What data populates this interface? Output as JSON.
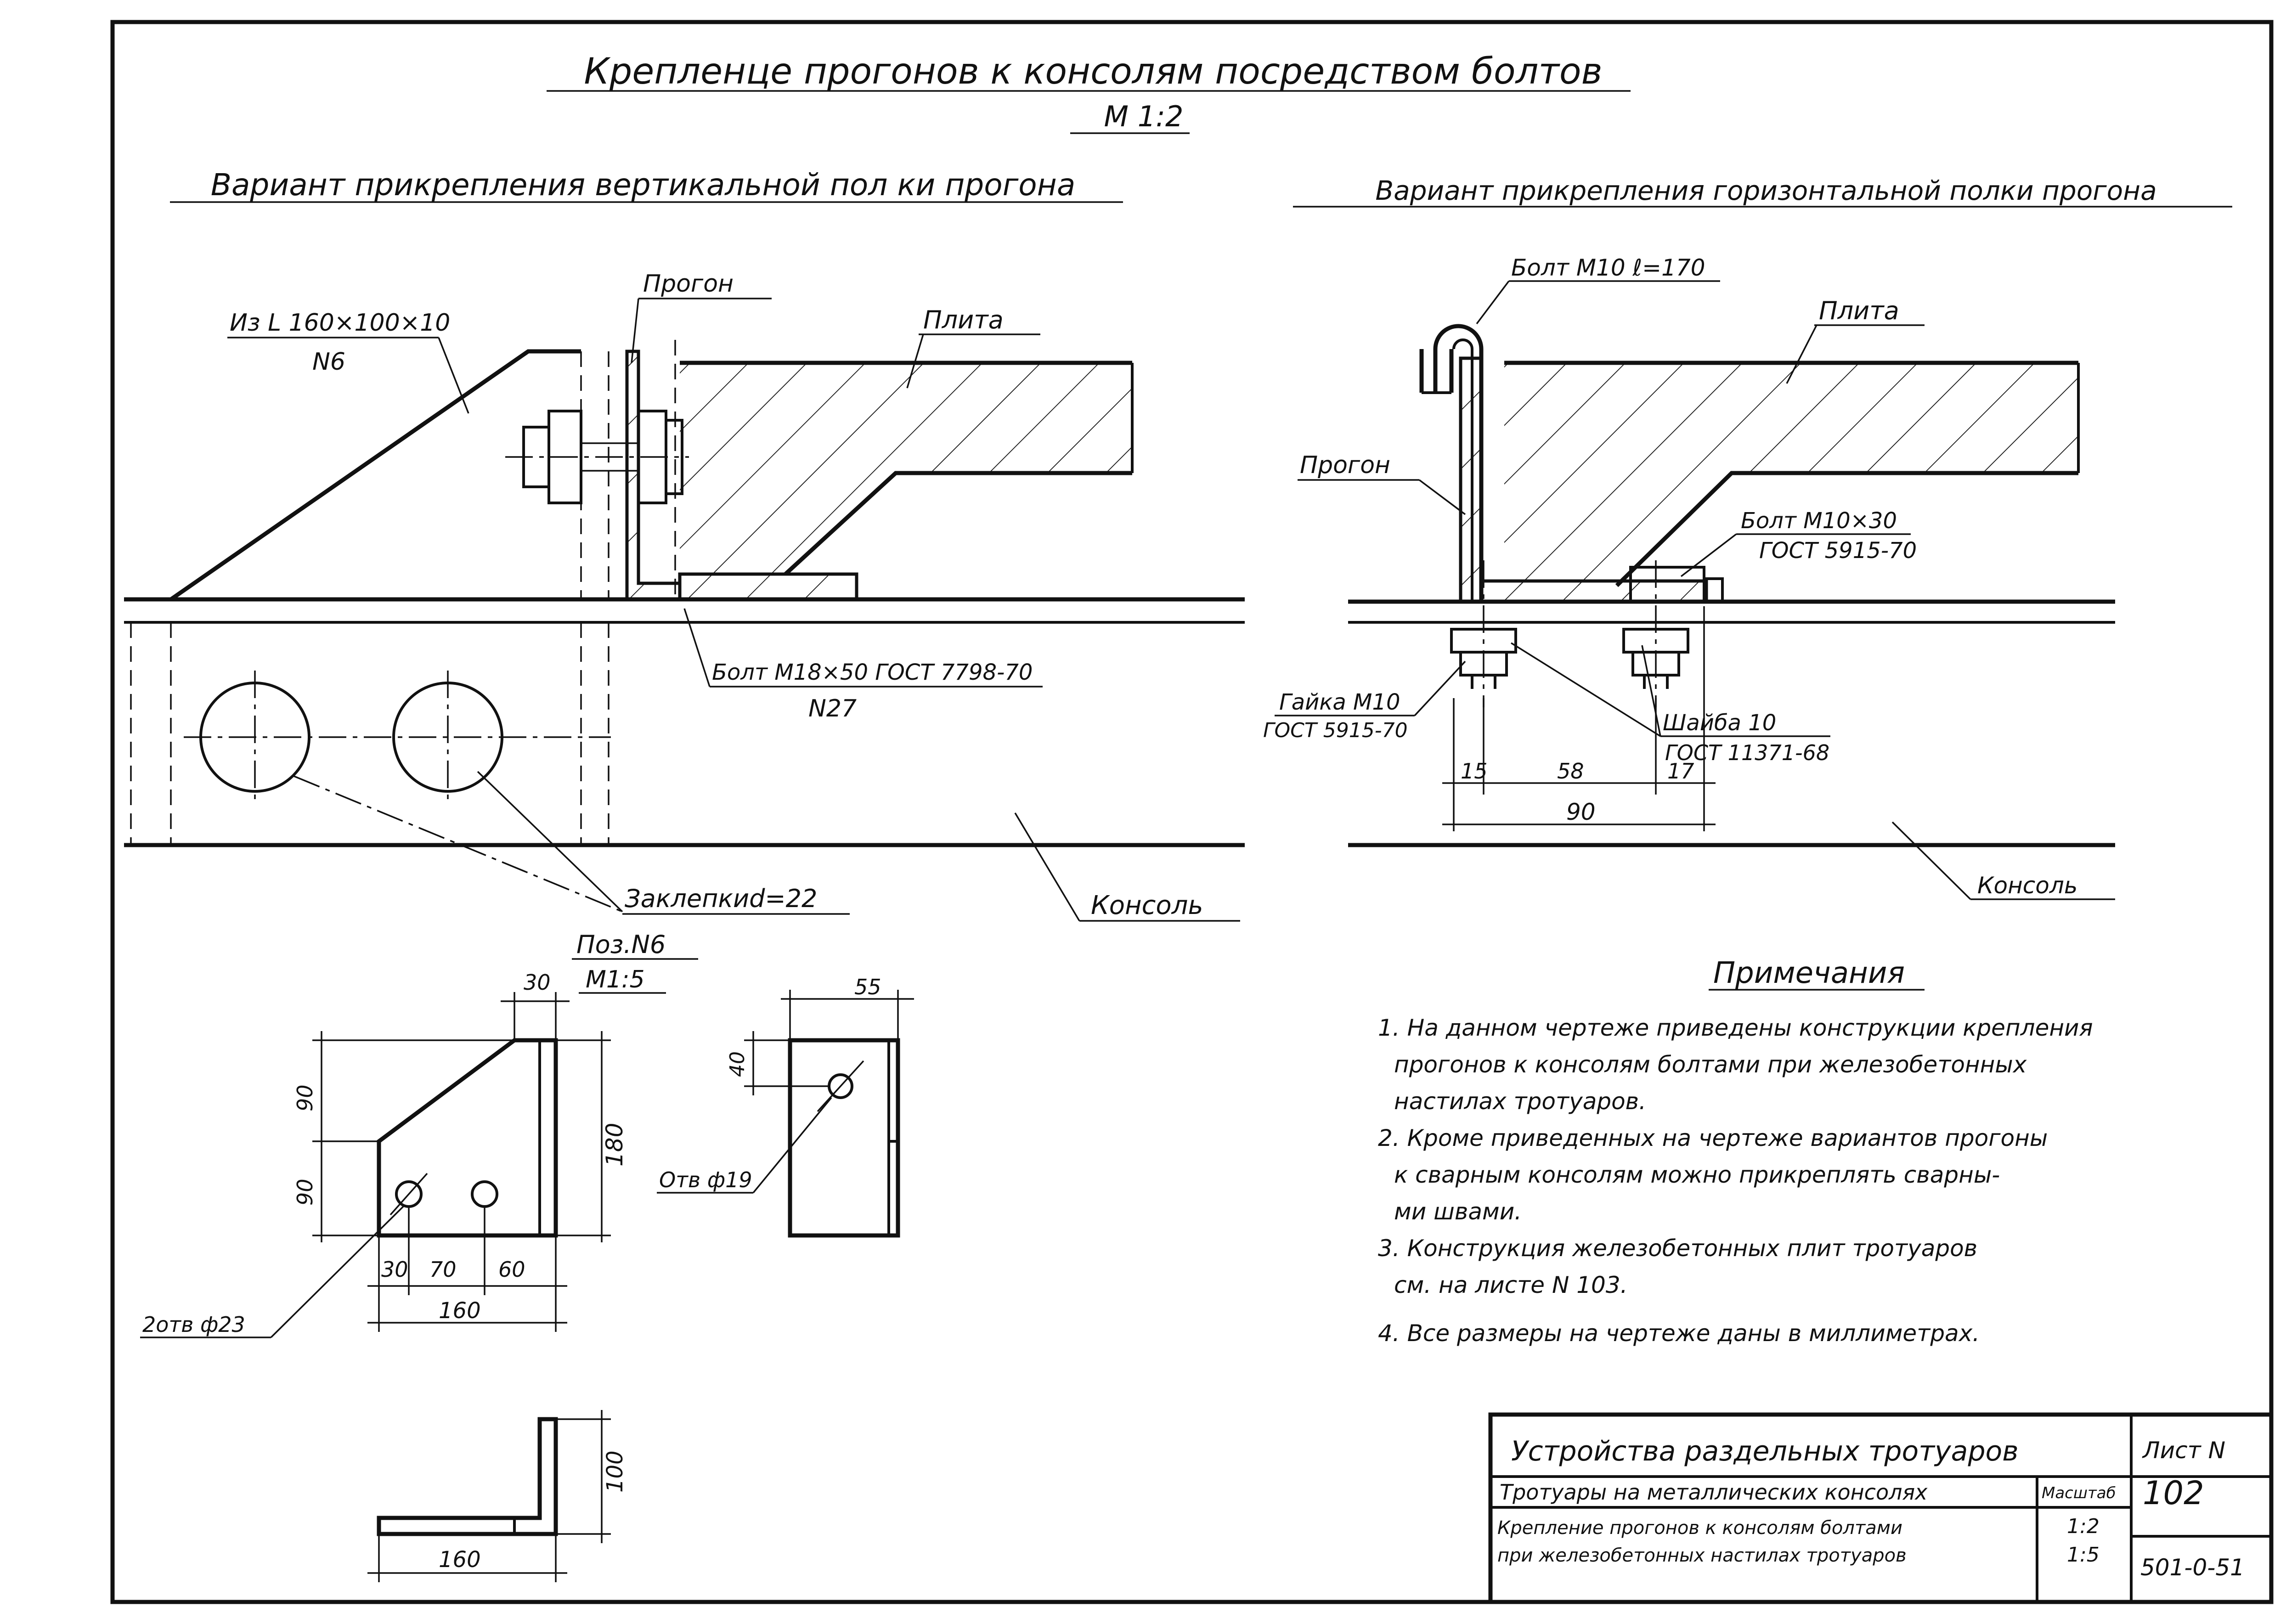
{
  "title": {
    "main": "Крепленце прогонов к консолям посредством болтов",
    "scale": "М 1:2"
  },
  "left_variant": {
    "heading": "Вариант прикрепления вертикальной пол ки прогона",
    "labels": {
      "angle_top": "Из L 160×100×10",
      "angle_pos": "N6",
      "purlin": "Прогон",
      "slab": "Плита",
      "bolt_line1": "Болт М18×50 ГОСТ 7798-70",
      "bolt_line2": "N27",
      "rivets": "Заклепкиd=22",
      "console": "Консоль"
    }
  },
  "right_variant": {
    "heading": "Вариант прикрепления горизонтальной полки прогона",
    "labels": {
      "hook_bolt": "Болт М10 ℓ=170",
      "slab": "Плита",
      "purlin": "Прогон",
      "bolt_line1": "Болт М10×30",
      "bolt_line2": "ГОСТ 5915-70",
      "nut_line1": "Гайка М10",
      "nut_line2": "ГОСТ 5915-70",
      "washer_line1": "Шайба 10",
      "washer_line2": "ГОСТ 11371-68",
      "console": "Консоль"
    },
    "dims": {
      "d1": "15",
      "d2": "58",
      "d3": "17",
      "total": "90"
    }
  },
  "detail": {
    "heading": "Поз.N6",
    "scale": "М1:5",
    "dims": {
      "top": "30",
      "left_upper": "90",
      "left_lower": "90",
      "right": "180",
      "b1": "30",
      "b2": "70",
      "b3": "60",
      "bottom": "160",
      "side_w": "55",
      "side_h": "40",
      "angle_h": "100",
      "angle_w": "160"
    },
    "labels": {
      "holes": "2отв ф23",
      "side_hole": "Отв ф19"
    }
  },
  "notes": {
    "heading": "Примечания",
    "lines": [
      "1. На данном чертеже приведены конструкции крепления",
      "прогонов к консолям болтами при железобетонных",
      "настилах тротуаров.",
      "2. Кроме приведенных на чертеже вариантов прогоны",
      "к сварным консолям можно прикреплять сварны-",
      "ми швами.",
      "3. Конструкция железобетонных плит тротуаров",
      "см. на листе N 103.",
      "4. Все размеры на чертеже даны в миллиметрах."
    ]
  },
  "title_block": {
    "name": "Устройства раздельных тротуаров",
    "sheet_label": "Лист N",
    "sheet_number": "102",
    "subtitle": "Тротуары на металлических консолях",
    "scale_label": "Масштаб",
    "desc_line1": "Крепление прогонов к консолям болтами",
    "desc_line2": "при железобетонных настилах тротуаров",
    "scale1": "1:2",
    "scale2": "1:5",
    "code": "501-0-51"
  }
}
